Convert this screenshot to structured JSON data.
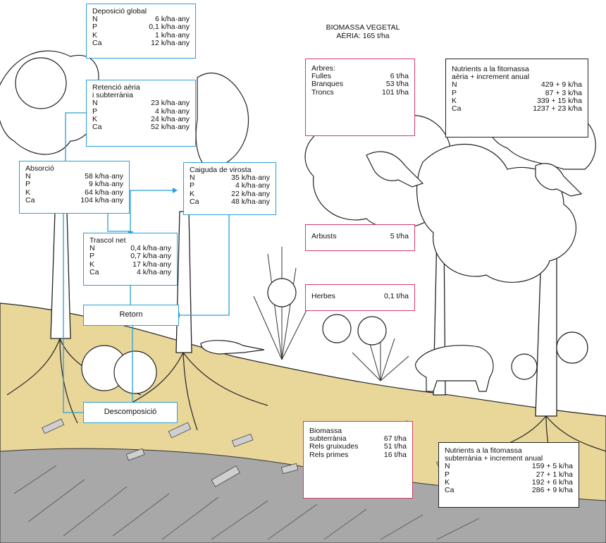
{
  "header": {
    "line1": "BIOMASSA VEGETAL",
    "line2": "AÈRIA: 165 t/ha"
  },
  "deposicio": {
    "title": "Deposició global",
    "rows": [
      {
        "el": "N",
        "val": "6 k/ha·any"
      },
      {
        "el": "P",
        "val": "0,1 k/ha·any"
      },
      {
        "el": "K",
        "val": "1 k/ha·any"
      },
      {
        "el": "Ca",
        "val": "12 k/ha·any"
      }
    ]
  },
  "retencio": {
    "title1": "Retenció aèria",
    "title2": "i subterrània",
    "rows": [
      {
        "el": "N",
        "val": "23 k/ha·any"
      },
      {
        "el": "P",
        "val": "4 k/ha·any"
      },
      {
        "el": "K",
        "val": "24 k/ha·any"
      },
      {
        "el": "Ca",
        "val": "52 k/ha·any"
      }
    ]
  },
  "absorcio": {
    "title": "Absorció",
    "rows": [
      {
        "el": "N",
        "val": "58 k/ha·any"
      },
      {
        "el": "P",
        "val": "9 k/ha·any"
      },
      {
        "el": "K",
        "val": "64 k/ha·any"
      },
      {
        "el": "Ca",
        "val": "104 k/ha·any"
      }
    ]
  },
  "caiguda": {
    "title": "Caiguda de virosta",
    "rows": [
      {
        "el": "N",
        "val": "35 k/ha·any"
      },
      {
        "el": "P",
        "val": "4 k/ha·any"
      },
      {
        "el": "K",
        "val": "22 k/ha·any"
      },
      {
        "el": "Ca",
        "val": "48 k/ha·any"
      }
    ]
  },
  "trascol": {
    "title": "Trascol net",
    "rows": [
      {
        "el": "N",
        "val": "0,4 k/ha·any"
      },
      {
        "el": "P",
        "val": "0,7 k/ha·any"
      },
      {
        "el": "K",
        "val": "17 k/ha·any"
      },
      {
        "el": "Ca",
        "val": "4 k/ha·any"
      }
    ]
  },
  "retorn": {
    "label": "Retorn"
  },
  "descomposicio": {
    "label": "Descomposició"
  },
  "arbres": {
    "title": "Arbres:",
    "rows": [
      {
        "el": "Fulles",
        "val": "6 t/ha"
      },
      {
        "el": "Branques",
        "val": "53 t/ha"
      },
      {
        "el": "Troncs",
        "val": "101 t/ha"
      }
    ]
  },
  "arbusts": {
    "label": "Arbusts",
    "val": "5 t/ha"
  },
  "herbes": {
    "label": "Herbes",
    "val": "0,1 t/ha"
  },
  "subterrania": {
    "rows": [
      {
        "el": "Biomassa",
        "val": ""
      },
      {
        "el": "subterrània",
        "val": "67 t/ha"
      },
      {
        "el": "Rels gruixudes",
        "val": "51 t/ha"
      },
      {
        "el": "Rels primes",
        "val": "16 t/ha"
      }
    ]
  },
  "nutrients_aeria": {
    "title1": "Nutrients a la fitomassa",
    "title2": "aèria + increment anual",
    "rows": [
      {
        "el": "N",
        "val": "429 +  9 k/ha"
      },
      {
        "el": "P",
        "val": "87 +  3 k/ha"
      },
      {
        "el": "K",
        "val": "339 + 15 k/ha"
      },
      {
        "el": "Ca",
        "val": "1237 + 23 k/ha"
      }
    ]
  },
  "nutrients_subt": {
    "title1": "Nutrients a la fitomassa",
    "title2": "subterrània + increment anual",
    "rows": [
      {
        "el": "N",
        "val": "159 +  5 k/ha"
      },
      {
        "el": "P",
        "val": "27 +  1 k/ha"
      },
      {
        "el": "K",
        "val": "192 +  6 k/ha"
      },
      {
        "el": "Ca",
        "val": "286 +  9 k/ha"
      }
    ]
  },
  "colors": {
    "flow": "#2a9fd6",
    "pink": "#d23b6a",
    "soil": "#e9d79a",
    "rock": "#9a9a9a"
  }
}
